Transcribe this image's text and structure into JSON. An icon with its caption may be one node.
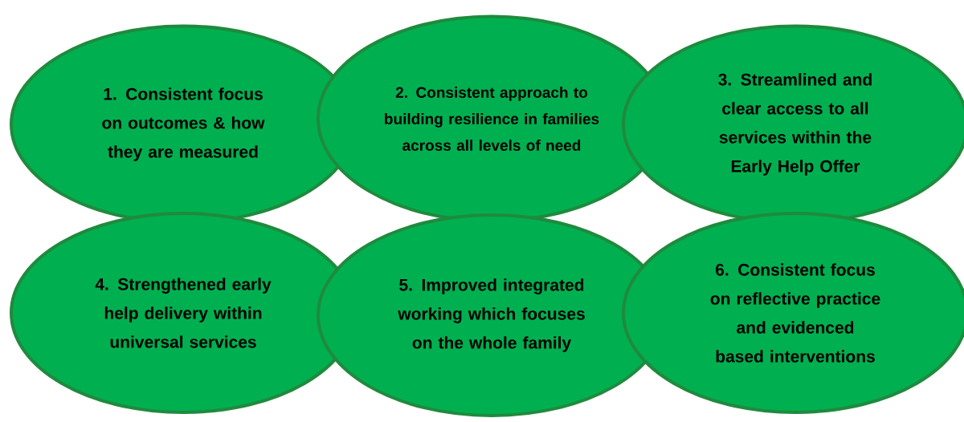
{
  "diagram": {
    "nodes": [
      {
        "text": [
          "1. Consistent focus on outcomes & how they are measured"
        ]
      },
      {
        "text": [
          "2. Consistent approach to building resilience in families across all levels of need"
        ]
      },
      {
        "text": [
          "3. Streamlined and clear access to all services within the Early Help Offer"
        ]
      },
      {
        "text": [
          "4. Strengthened early help delivery within universal services"
        ]
      },
      {
        "text": [
          "5. Improved integrated working which focuses on the whole family"
        ]
      },
      {
        "text": [
          "6. Consistent focus on reflective practice and evidenced based interventions"
        ]
      }
    ]
  }
}
